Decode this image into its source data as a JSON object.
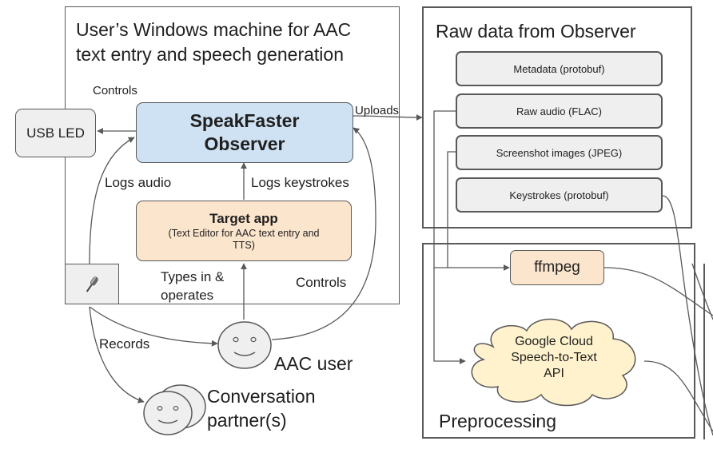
{
  "windows_box": {
    "title_line1": "User’s Windows machine for AAC",
    "title_line2": "text entry and speech generation"
  },
  "observer": {
    "line1": "SpeakFaster",
    "line2": "Observer"
  },
  "target_app": {
    "title": "Target app",
    "subtitle_line1": "(Text Editor for AAC text entry and",
    "subtitle_line2": "TTS)"
  },
  "usb_led": {
    "label": "USB LED"
  },
  "microphone": {
    "icon": "microphone-icon"
  },
  "edge_labels": {
    "controls_led": "Controls",
    "uploads": "Uploads",
    "logs_audio": "Logs audio",
    "logs_keystrokes": "Logs keystrokes",
    "types_line1": "Types in &",
    "types_line2": "operates",
    "controls_observer": "Controls",
    "records": "Records"
  },
  "aac_user": {
    "label": "AAC user"
  },
  "partner": {
    "line1": "Conversation",
    "line2": "partner(s)"
  },
  "raw_data": {
    "title": "Raw data from Observer",
    "items": [
      {
        "label": "Metadata (protobuf)"
      },
      {
        "label": "Raw audio (FLAC)"
      },
      {
        "label": "Screenshot images (JPEG)"
      },
      {
        "label": "Keystrokes (protobuf)"
      }
    ]
  },
  "preprocessing": {
    "title": "Preprocessing",
    "ffmpeg": "ffmpeg",
    "speech_api_line1": "Google Cloud",
    "speech_api_line2": "Speech-to-Text",
    "speech_api_line3": "API"
  },
  "colors": {
    "observer_fill": "#cfe2f3",
    "target_fill": "#fce5cd",
    "ffmpeg_fill": "#fce5cd",
    "cloud_fill": "#fff2cc",
    "box_fill": "#efefef",
    "line": "#595959"
  }
}
